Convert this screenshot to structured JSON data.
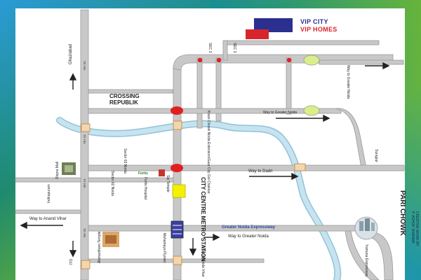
{
  "brand": {
    "line1": "VIP CITY",
    "line2": "VIP HOMES",
    "color1": "#2b2f8f",
    "color2": "#d7262b"
  },
  "colors": {
    "road": "#c8c8c8",
    "road_edge": "#9a9a9a",
    "river": "#c7e3ef",
    "river_edge": "#8fc3d8",
    "marker_red": "#e02020",
    "roundabout": "#d9ef8a",
    "site_yellow": "#f5f000",
    "expressway_text": "#2a4aa0"
  },
  "labels": {
    "ghaziabad": "Ghaziabad",
    "sec3_a": "SEC 3",
    "sec3_b": "SEC 3",
    "way_greater_noida_top": "Way to Greater Noida",
    "crossing_line1": "CROSSING",
    "crossing_line2": "REPUBLIK",
    "kisan_chowk": "Kisan Chowk Noida Extension/Gaur City Gol Chakkar",
    "way_greater_noida_mid": "Way to Greater Noida",
    "surajpur": "Surajpur",
    "sector63": "Sector 63 Noida",
    "sector62": "Sector 62 Noida",
    "shipra_mall": "Shipra Mall",
    "way_dadri": "Way to Dadri",
    "fortis": "Fortis",
    "fortis_hospital": "Fortis Hospital",
    "sai_temple": "Sai Temple",
    "city_centre": "CITY CENTRE METRO STATION",
    "pari_chowk": "PARI CHOWK",
    "indirapuram": "Indirapuram",
    "way_anand_vihar": "Way to Anand Vihar",
    "expressway": "Greater Noida Expressway",
    "way_greater_noida_bottom": "Way to Greater Noida",
    "akshardham": "Akshardham Temple",
    "mahamaya": "Mahamaya Flyover",
    "noida_vihar": "Way to Noida Vihar",
    "yamuna": "Yamuna Expressway",
    "ito": "ITO",
    "nh24": "NH 24",
    "side_credit_1": "CREATIVE WORK BY",
    "side_credit_2": "P. ASHOK SHARMA"
  }
}
